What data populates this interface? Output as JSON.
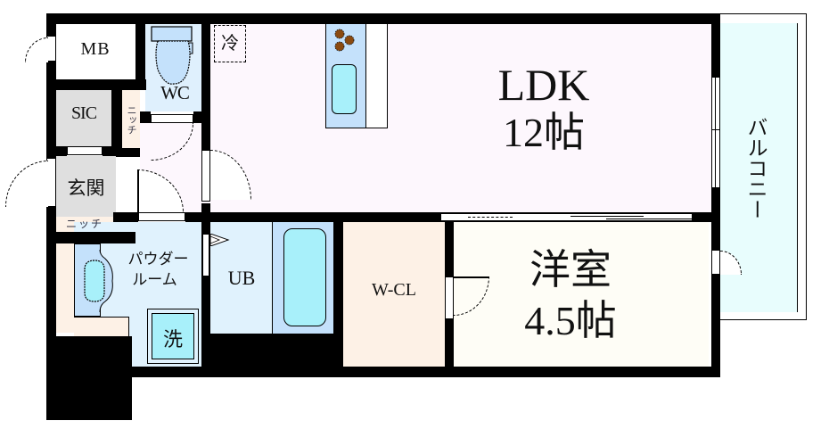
{
  "floorplan": {
    "rooms": {
      "mb": {
        "label": "MB"
      },
      "wc": {
        "label": "WC"
      },
      "sic": {
        "label": "SIC"
      },
      "niche_top": {
        "label": "ニッチ"
      },
      "genkan": {
        "label": "玄関"
      },
      "niche_bottom": {
        "label": "ニッチ"
      },
      "ldk": {
        "label": "LDK",
        "size": "12帖"
      },
      "fridge": {
        "label": "冷"
      },
      "powder_room": {
        "label_line1": "パウダー",
        "label_line2": "ルーム"
      },
      "washer": {
        "label": "洗"
      },
      "unit_bath": {
        "label": "UB"
      },
      "walk_in_closet": {
        "label": "W-CL"
      },
      "western_room": {
        "label": "洋室",
        "size": "4.5帖"
      },
      "balcony": {
        "label": "バルコニー"
      }
    },
    "colors": {
      "wall": "#000000",
      "ldk_floor": "#fdf7fd",
      "wet_area": "#e0f2fd",
      "fixture_blue": "#c4e1fb",
      "fixture_cyan": "#a8f0fa",
      "closet": "#fdf1e6",
      "western_floor": "#fefdf6",
      "storage_gray": "#dfdfdf",
      "balcony": "#e8fdfd",
      "burner": "#8a4a10"
    }
  }
}
